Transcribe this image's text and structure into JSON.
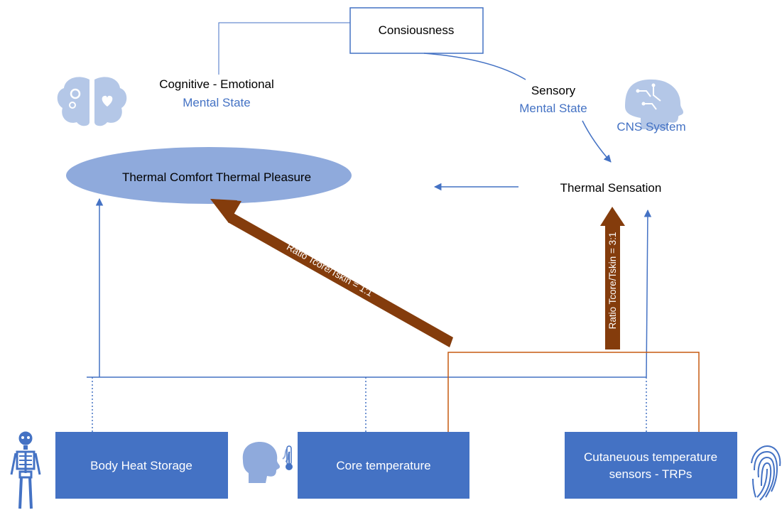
{
  "colors": {
    "box_blue": "#4472c4",
    "ellipse_blue": "#8faadc",
    "line_blue": "#4472c4",
    "label_blue": "#4472c4",
    "icon_blue": "#b4c7e7",
    "arrow_brown": "#843c0c",
    "orange_line": "#c55a11",
    "text_dark": "#000000",
    "text_white": "#ffffff"
  },
  "nodes": {
    "consciousness": "Consiousness",
    "cognitive_title": "Cognitive - Emotional",
    "cognitive_sub": "Mental State",
    "sensory_title": "Sensory",
    "sensory_sub": "Mental State",
    "cns": "CNS System",
    "thermal_comfort": "Thermal Comfort  Thermal Pleasure",
    "thermal_sensation": "Thermal Sensation"
  },
  "arrows": {
    "ratio_1_1": "Ratio Tcore/Tskin = 1:1",
    "ratio_3_1": "Ratio Tcore/Tskin = 3:1"
  },
  "boxes": {
    "body_heat": "Body Heat Storage",
    "core_temp": "Core temperature",
    "cutaneous_line1": "Cutaneuous temperature",
    "cutaneous_line2": "sensors - TRPs"
  },
  "icons": {
    "brain": "brain-gears-heart-icon",
    "head_chip": "head-circuit-icon",
    "skeleton": "skeleton-icon",
    "head_thermometer": "head-thermometer-icon",
    "fingerprint": "fingerprint-icon"
  }
}
